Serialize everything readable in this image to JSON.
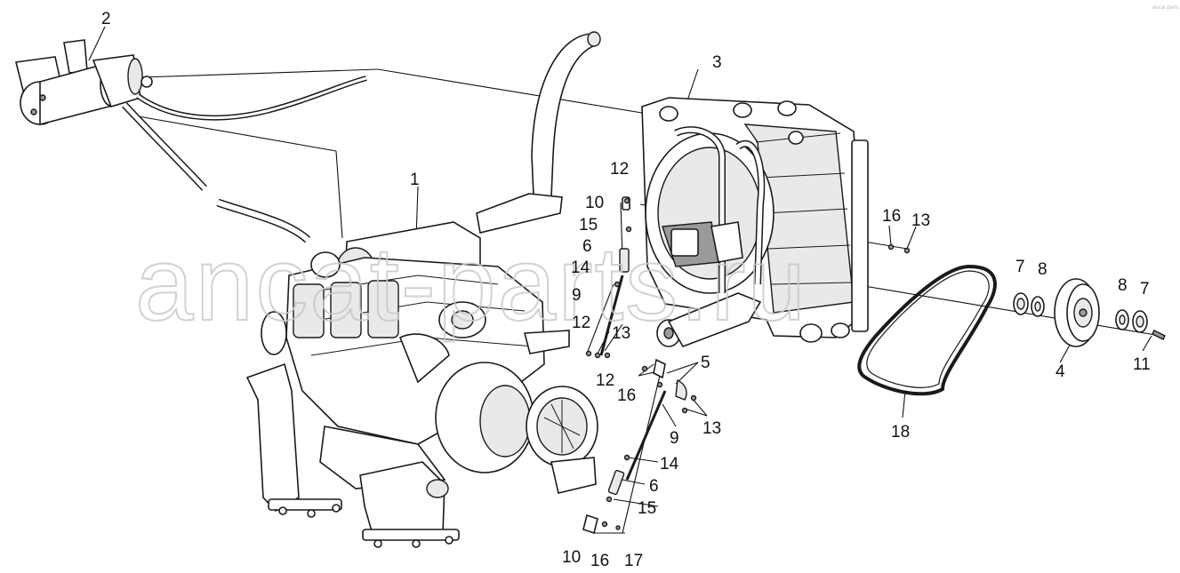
{
  "watermark": "ancat-parts.ru",
  "corner_mark": "ancat parts",
  "callouts": {
    "c1": "1",
    "c2": "2",
    "c3": "3",
    "c4": "4",
    "c5": "5",
    "c6a": "6",
    "c6b": "6",
    "c7a": "7",
    "c7b": "7",
    "c8a": "8",
    "c8b": "8",
    "c9a": "9",
    "c9b": "9",
    "c10a": "10",
    "c10b": "10",
    "c11": "11",
    "c12a": "12",
    "c12b": "12",
    "c12c": "12",
    "c13a": "13",
    "c13b": "13",
    "c13c": "13",
    "c14a": "14",
    "c14b": "14",
    "c15a": "15",
    "c15b": "15",
    "c16a": "16",
    "c16b": "16",
    "c16c": "16",
    "c17": "17",
    "c18": "18"
  }
}
